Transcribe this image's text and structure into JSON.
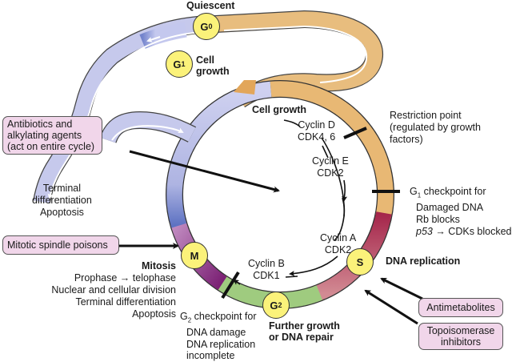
{
  "phases": {
    "g0": {
      "label": "G",
      "sub": "0",
      "caption": "Quiescent"
    },
    "g1": {
      "label": "G",
      "sub": "1",
      "caption_line1": "Cell",
      "caption_line2": "growth"
    },
    "s": {
      "label": "S",
      "caption": "DNA replication"
    },
    "g2": {
      "label": "G",
      "sub": "2",
      "caption_line1": "Further growth",
      "caption_line2": "or DNA repair"
    },
    "m": {
      "label": "M",
      "caption": "Mitosis"
    }
  },
  "inner_labels": {
    "cell_growth": "Cell growth",
    "cyclin_d": [
      "Cyclin D",
      "CDK4, 6"
    ],
    "cyclin_e": [
      "Cyclin E",
      "CDK2"
    ],
    "cyclin_a": [
      "Cyclin A",
      "CDK2"
    ],
    "cyclin_b": [
      "Cyclin B",
      "CDK1"
    ]
  },
  "checkpoints": {
    "restriction": [
      "Restriction point",
      "(regulated by growth",
      "factors)"
    ],
    "g1": {
      "title_prefix": "G",
      "title_sub": "1",
      "title_suffix": " checkpoint for",
      "lines": [
        "Damaged DNA",
        "Rb blocks"
      ],
      "p53_italic": "p53",
      "p53_rest": " → CDKs blocked"
    },
    "g2": {
      "title_prefix": "G",
      "title_sub": "2",
      "title_suffix": " checkpoint for",
      "lines": [
        "DNA damage",
        "DNA replication",
        "incomplete"
      ]
    }
  },
  "mitosis_details": [
    "Prophase → telophase",
    "Nuclear and cellular division",
    "Terminal differentiation",
    "Apoptosis"
  ],
  "exit_labels": [
    "Terminal",
    "differentiation",
    "Apoptosis"
  ],
  "drug_boxes": {
    "antibiotics": [
      "Antibiotics and",
      "alkylating agents",
      "(act on entire cycle)"
    ],
    "spindle": "Mitotic spindle poisons",
    "antimetabolites": "Antimetabolites",
    "topoisomerase": [
      "Topoisomerase",
      "inhibitors"
    ]
  },
  "colors": {
    "g1_phase": "#e8b874",
    "s_phase": "#b8405e",
    "g2_phase": "#9fcb7f",
    "m_phase": "#8a2c82",
    "exit_path": "#c6c9ec",
    "phase_circle": "#fbf27a",
    "drug_box": "#f1d6ea"
  }
}
